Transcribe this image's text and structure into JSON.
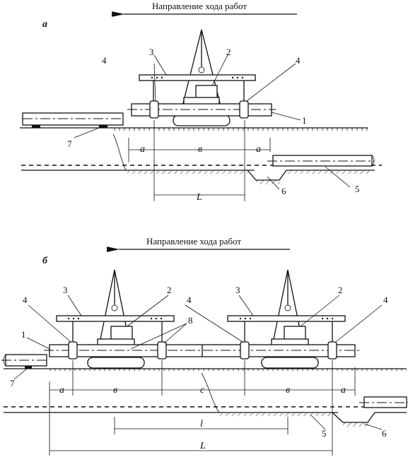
{
  "diagram": {
    "direction_label": "Направление хода работ",
    "panel_a": {
      "letter": "а",
      "labels": {
        "n1": "1",
        "n2": "2",
        "n3": "3",
        "n4_left": "4",
        "n4_right": "4",
        "n5": "5",
        "n6": "6",
        "n7": "7"
      },
      "dims": {
        "a_left": "а",
        "b": "в",
        "a_right": "а",
        "L": "L"
      }
    },
    "panel_b": {
      "letter": "б",
      "labels": {
        "n1": "1",
        "n2_left": "2",
        "n2_right": "2",
        "n3_left": "3",
        "n3_right": "3",
        "n4_a": "4",
        "n4_b": "4",
        "n4_c": "4",
        "n5": "5",
        "n6": "6",
        "n7": "7",
        "n8": "8"
      },
      "dims": {
        "a_left": "а",
        "b_left": "в",
        "c": "с",
        "b_right": "в",
        "a_right": "а",
        "l": "l",
        "L": "L"
      }
    }
  }
}
